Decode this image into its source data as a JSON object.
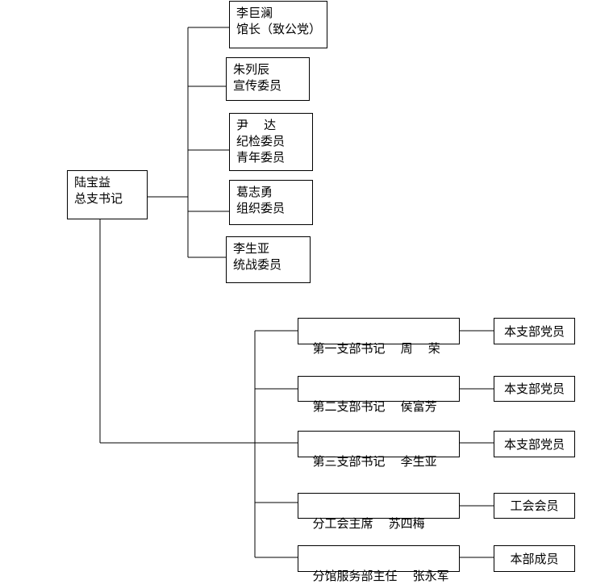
{
  "root": {
    "name": "陆宝益",
    "title": "总支书记"
  },
  "committee": [
    {
      "lines": [
        "李巨澜",
        "馆长（致公党）"
      ]
    },
    {
      "lines": [
        "朱列辰",
        "宣传委员"
      ]
    },
    {
      "lines": [
        "尹    达",
        "纪检委员",
        "青年委员"
      ]
    },
    {
      "lines": [
        "葛志勇",
        "组织委员"
      ]
    },
    {
      "lines": [
        "李生亚",
        "统战委员"
      ]
    }
  ],
  "branches": [
    {
      "label": "第一支部书记    周    荣",
      "members": "本支部党员"
    },
    {
      "label": "第二支部书记    侯富芳",
      "members": "本支部党员"
    },
    {
      "label": "第三支部书记    李生亚",
      "members": "本支部党员"
    },
    {
      "label": "分工会主席    苏四梅",
      "members": "工会会员"
    },
    {
      "label": "分馆服务部主任    张永军",
      "members": "本部成员"
    }
  ]
}
